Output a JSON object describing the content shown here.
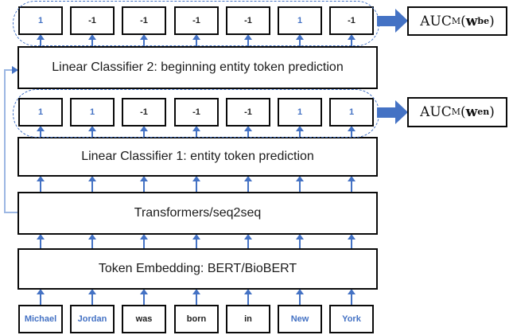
{
  "boxes": {
    "classifier2": "Linear Classifier 2: beginning entity token prediction",
    "classifier1": "Linear Classifier 1: entity token prediction",
    "transformer": "Transformers/seq2seq",
    "embedding": "Token Embedding: BERT/BioBERT"
  },
  "rows": {
    "beginning": {
      "values": [
        {
          "label": "1",
          "positive": true
        },
        {
          "label": "-1",
          "positive": false
        },
        {
          "label": "-1",
          "positive": false
        },
        {
          "label": "-1",
          "positive": false
        },
        {
          "label": "-1",
          "positive": false
        },
        {
          "label": "1",
          "positive": true
        },
        {
          "label": "-1",
          "positive": false
        }
      ]
    },
    "entity": {
      "values": [
        {
          "label": "1",
          "positive": true
        },
        {
          "label": "1",
          "positive": true
        },
        {
          "label": "-1",
          "positive": false
        },
        {
          "label": "-1",
          "positive": false
        },
        {
          "label": "-1",
          "positive": false
        },
        {
          "label": "1",
          "positive": true
        },
        {
          "label": "1",
          "positive": true
        }
      ]
    }
  },
  "tokens": [
    {
      "text": "Michael",
      "entity": true
    },
    {
      "text": "Jordan",
      "entity": true
    },
    {
      "text": "was",
      "entity": false
    },
    {
      "text": "born",
      "entity": false
    },
    {
      "text": "in",
      "entity": false
    },
    {
      "text": "New",
      "entity": true
    },
    {
      "text": "York",
      "entity": true
    }
  ],
  "auc_labels": {
    "be": {
      "func": "AUC",
      "func_sub": "M",
      "open_paren": "(",
      "weight": "w",
      "weight_sub": "be",
      "close_paren": ")"
    },
    "en": {
      "func": "AUC",
      "func_sub": "M",
      "open_paren": "(",
      "weight": "w",
      "weight_sub": "en",
      "close_paren": ")"
    }
  },
  "colors": {
    "accent_blue": "#4472C4",
    "light_blue": "#9CB7E3",
    "box_border": "#0a0a0a",
    "background": "#ffffff"
  }
}
